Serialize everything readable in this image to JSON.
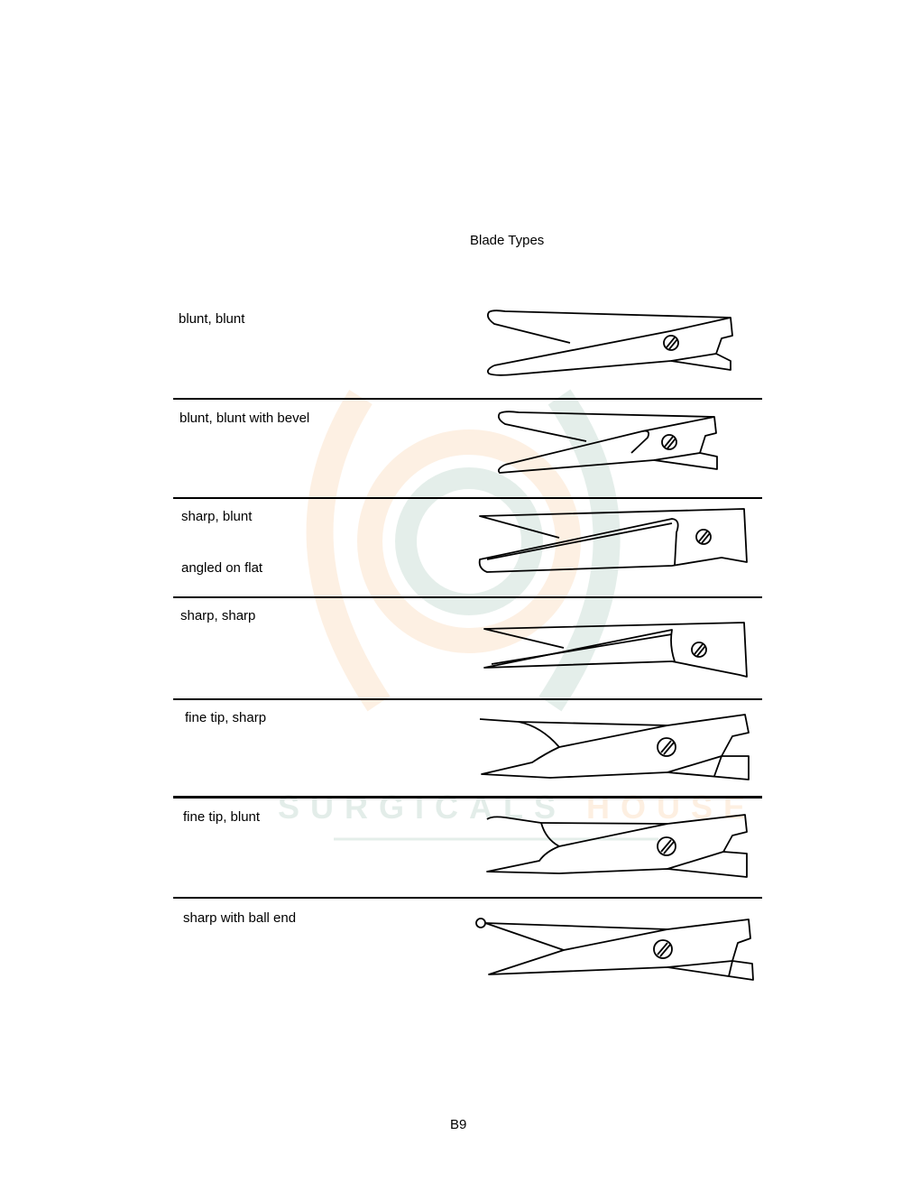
{
  "page": {
    "title": "Blade Types",
    "page_number": "B9"
  },
  "blade_types": [
    {
      "label": "blunt, blunt"
    },
    {
      "label": "blunt, blunt with bevel"
    },
    {
      "label": "sharp, blunt",
      "sublabel": "angled on flat"
    },
    {
      "label": "sharp, sharp"
    },
    {
      "label": "fine tip, sharp"
    },
    {
      "label": "fine tip, blunt"
    },
    {
      "label": "sharp with ball end"
    }
  ],
  "watermark": {
    "text_1": "SURGICALS",
    "text_2": "HOUSE",
    "colors": {
      "green": "#2e7d5b",
      "orange": "#f08a24"
    }
  }
}
